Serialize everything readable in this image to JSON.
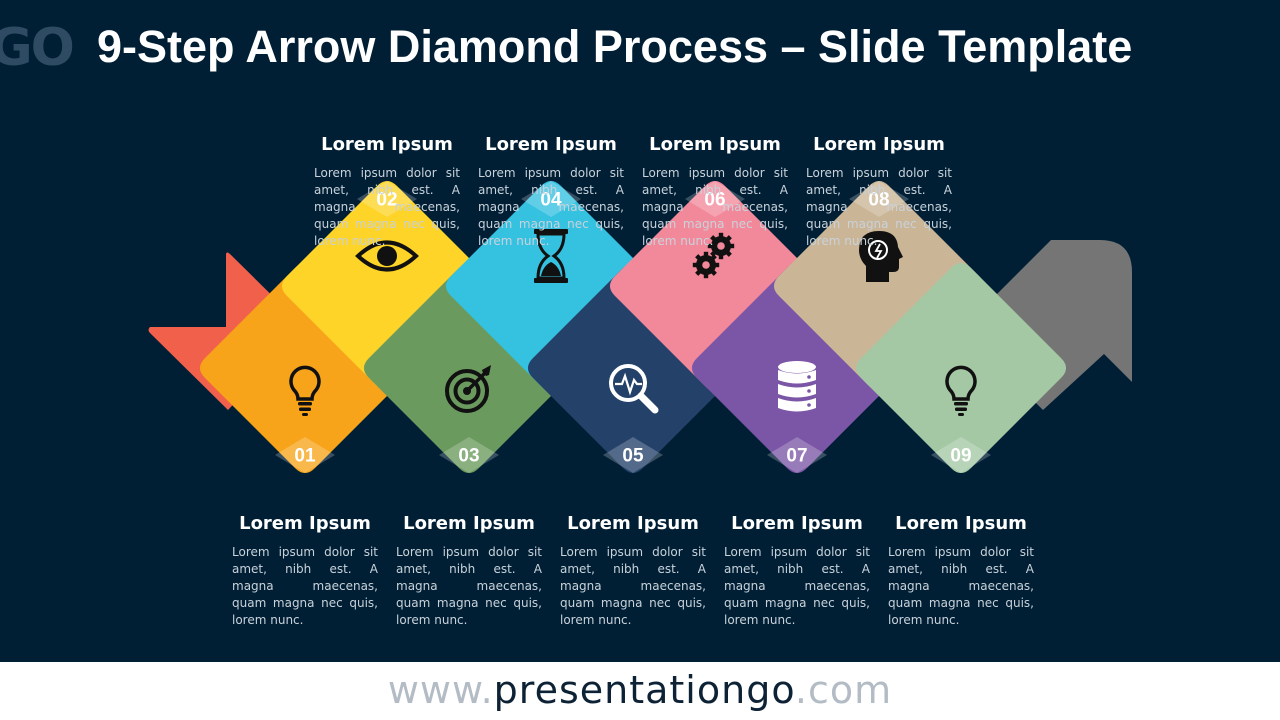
{
  "logo_text": "GO",
  "title": "9-Step Arrow Diamond Process – Slide Template",
  "colors": {
    "background": "#001f35",
    "arrow_tail": "#f0604a",
    "arrow_head": "#757575"
  },
  "steps": [
    {
      "number": "01",
      "color": "#f8a41a",
      "icon": "lightbulb-icon",
      "heading": "Lorem Ipsum",
      "text": "Lorem ipsum dolor sit amet, nibh est. A magna maecenas, quam magna nec quis, lorem nunc."
    },
    {
      "number": "02",
      "color": "#fdd427",
      "icon": "eye-icon",
      "heading": "Lorem Ipsum",
      "text": "Lorem ipsum dolor sit amet, nibh est. A magna maecenas, quam magna nec quis, lorem nunc."
    },
    {
      "number": "03",
      "color": "#6a9a5d",
      "icon": "target-icon",
      "heading": "Lorem Ipsum",
      "text": "Lorem ipsum dolor sit amet, nibh est. A magna maecenas, quam magna nec quis, lorem nunc."
    },
    {
      "number": "04",
      "color": "#35c1e0",
      "icon": "hourglass-icon",
      "heading": "Lorem Ipsum",
      "text": "Lorem ipsum dolor sit amet, nibh est. A magna maecenas, quam magna nec quis, lorem nunc."
    },
    {
      "number": "05",
      "color": "#234169",
      "icon": "magnifier-pulse-icon",
      "heading": "Lorem Ipsum",
      "text": "Lorem ipsum dolor sit amet, nibh est. A magna maecenas, quam magna nec quis, lorem nunc."
    },
    {
      "number": "06",
      "color": "#f2899b",
      "icon": "gears-icon",
      "heading": "Lorem Ipsum",
      "text": "Lorem ipsum dolor sit amet, nibh est. A magna maecenas, quam magna nec quis, lorem nunc."
    },
    {
      "number": "07",
      "color": "#7b56a6",
      "icon": "database-icon",
      "heading": "Lorem Ipsum",
      "text": "Lorem ipsum dolor sit amet, nibh est. A magna maecenas, quam magna nec quis, lorem nunc."
    },
    {
      "number": "08",
      "color": "#cab596",
      "icon": "head-idea-icon",
      "heading": "Lorem Ipsum",
      "text": "Lorem ipsum dolor sit amet, nibh est. A magna maecenas, quam magna nec quis, lorem nunc."
    },
    {
      "number": "09",
      "color": "#a4c8a4",
      "icon": "lightbulb-icon",
      "heading": "Lorem Ipsum",
      "text": "Lorem ipsum dolor sit amet, nibh est. A magna maecenas, quam magna nec quis, lorem nunc."
    }
  ],
  "footer": {
    "prefix": "www.",
    "site": "presentationgo",
    "suffix": ".com"
  }
}
